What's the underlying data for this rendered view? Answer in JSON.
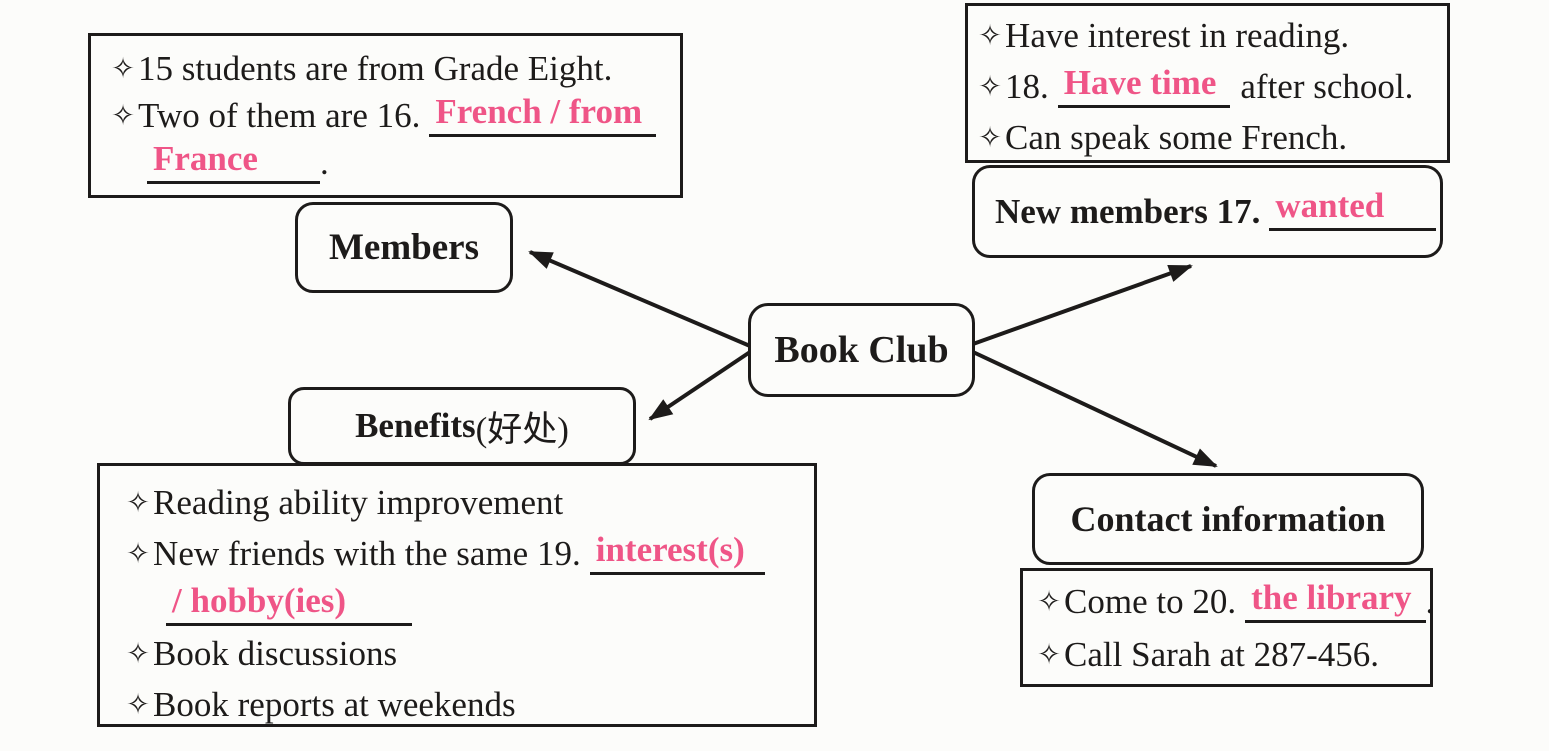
{
  "palette": {
    "ink": "#1d1b1a",
    "answer_pink": "#ef5587",
    "paper": "#fcfcfa"
  },
  "glyphs": {
    "bullet": "✧"
  },
  "center": {
    "label": "Book Club"
  },
  "members": {
    "label": "Members",
    "details": {
      "line1": "15 students are from Grade Eight.",
      "line2_prefix": "Two of them are 16.",
      "answer16_part1": "French / from",
      "answer16_part2": "France",
      "line3_suffix": "."
    }
  },
  "recruitment": {
    "label_prefix": "New members 17.",
    "answer17": "wanted",
    "details": {
      "line1": "Have interest in reading.",
      "line2_prefix": "18.",
      "answer18": "Have time",
      "line2_suffix": "after school.",
      "line3": "Can speak some French."
    }
  },
  "benefits": {
    "label": "Benefits",
    "label_cn": "(好处)",
    "details": {
      "line1": "Reading ability improvement",
      "line2_prefix": "New friends with the same 19.",
      "answer19_part1": "interest(s)",
      "answer19_part2": "/ hobby(ies)",
      "line3": "Book discussions",
      "line4": "Book reports at weekends"
    }
  },
  "contact": {
    "label": "Contact information",
    "details": {
      "line1_prefix": "Come to 20.",
      "answer20": "the library",
      "line1_suffix": ".",
      "line2": "Call Sarah at 287-456."
    }
  }
}
